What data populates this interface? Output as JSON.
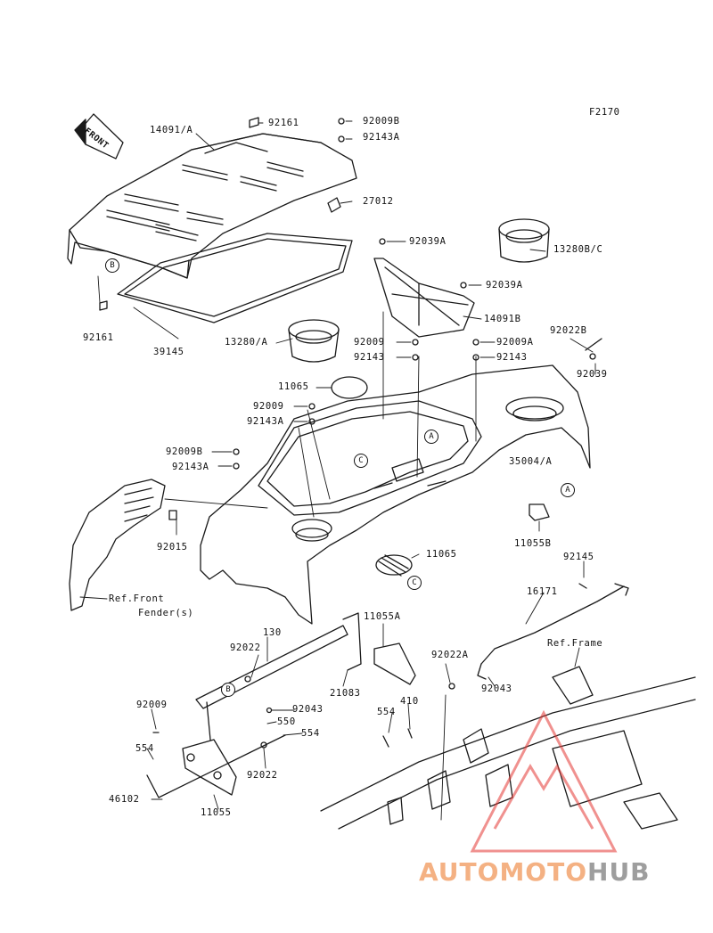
{
  "figure_code": "F2170",
  "front_arrow_label": "FRONT",
  "part_labels": {
    "p14091A": "14091/A",
    "p92161_top": "92161",
    "p92009B_top": "92009B",
    "p92143A_top": "92143A",
    "p27012": "27012",
    "p92039A_1": "92039A",
    "p13280BC": "13280B/C",
    "p92039A_2": "92039A",
    "p14091B": "14091B",
    "p92161_left": "92161",
    "p39145": "39145",
    "p13280A": "13280/A",
    "p92009_mid": "92009",
    "p92143_mid": "92143",
    "p92009A": "92009A",
    "p92143_r": "92143",
    "p92022B": "92022B",
    "p92039": "92039",
    "p11065_top": "11065",
    "p92009_2": "92009",
    "p92143A_2": "92143A",
    "p35004A": "35004/A",
    "p92009B_2": "92009B",
    "p92143A_3": "92143A",
    "p92015": "92015",
    "p11055B": "11055B",
    "p11065_bot": "11065",
    "p92145": "92145",
    "p16171": "16171",
    "ref_front_fender_1": "Ref.Front",
    "ref_front_fender_2": "Fender(s)",
    "p11055A": "11055A",
    "p130": "130",
    "p92022_1": "92022",
    "ref_frame": "Ref.Frame",
    "p92022A": "92022A",
    "p21083": "21083",
    "p92043_1": "92043",
    "p92009_3": "92009",
    "p92043_2": "92043",
    "p550": "550",
    "p554_1": "554",
    "p410": "410",
    "p554_2": "554",
    "p554_3": "554",
    "p92022_2": "92022",
    "p46102": "46102",
    "p11055": "11055"
  },
  "ref_markers": {
    "b_top": "B",
    "a_mid": "A",
    "c_mid": "C",
    "a_right": "A",
    "c_low": "C",
    "b_low": "B"
  },
  "watermark": {
    "part1": "AUTOMOTO",
    "part2": "HUB",
    "colors": {
      "primary": "#f4b183",
      "secondary": "#9e9e9e",
      "triangle": "#e53935"
    }
  }
}
